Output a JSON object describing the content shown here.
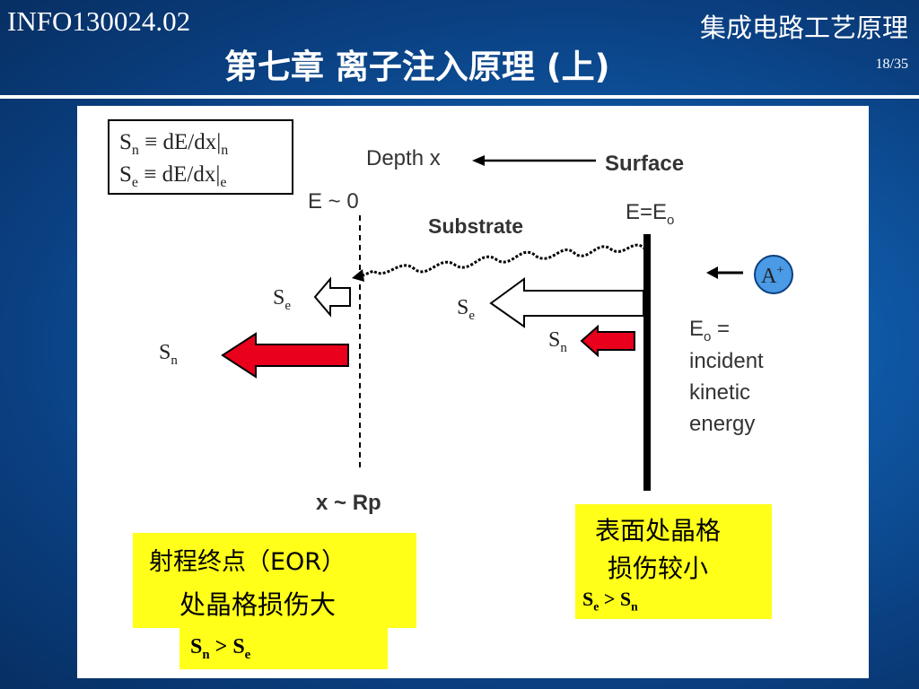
{
  "header": {
    "course_code": "INFO130024.02",
    "course_name": "集成电路工艺原理",
    "chapter_title": "第七章 离子注入原理  (上)",
    "page": "18/35"
  },
  "diagram": {
    "legend": {
      "line1": [
        "S",
        "n",
        " ≡ dE/dx|",
        "n"
      ],
      "line2": [
        "S",
        "e",
        " ≡ dE/dx|",
        "e"
      ]
    },
    "depth_label": "Depth x",
    "surface_label": "Surface",
    "substrate_label": "Substrate",
    "e_zero": "E ~ 0",
    "e_surface": [
      "E=E",
      "o"
    ],
    "ion": [
      "A",
      "+"
    ],
    "eo_def": [
      "E",
      "o",
      " =",
      "incident",
      "kinetic",
      "energy"
    ],
    "rp_label": "x ~ Rp",
    "left_se": [
      "S",
      "e"
    ],
    "left_sn": [
      "S",
      "n"
    ],
    "right_se": [
      "S",
      "e"
    ],
    "right_sn": [
      "S",
      "n"
    ]
  },
  "boxes": {
    "eor_line1": "射程终点（EOR）",
    "eor_line2": "处晶格损伤大",
    "eor_ineq": [
      "S",
      "n",
      " > S",
      "e"
    ],
    "surface_line1": "表面处晶格",
    "surface_line2": "损伤较小",
    "surface_ineq": [
      "S",
      "e",
      " > S",
      "n"
    ]
  },
  "colors": {
    "background": "#0f5aa8",
    "highlight": "#ffff1a",
    "sn_arrow": "#e8001c"
  }
}
